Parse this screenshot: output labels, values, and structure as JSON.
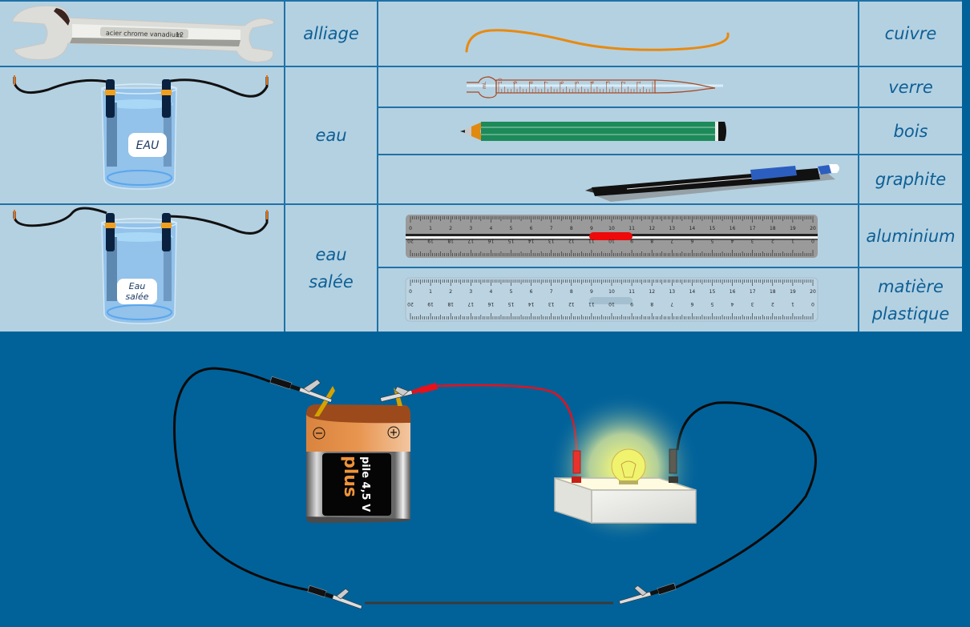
{
  "table": {
    "rows": [
      {
        "left_object": {
          "name": "wrench",
          "engraving": "acier chrome vanadium",
          "size": "12"
        },
        "left_material": "alliage",
        "right_objects": [
          {
            "name": "copper-wire",
            "material": "cuivre"
          }
        ]
      },
      {
        "left_object": {
          "name": "beaker-water",
          "label": "EAU"
        },
        "left_material": "eau",
        "right_objects": [
          {
            "name": "pipette",
            "material": "verre",
            "unit": "mL",
            "graduations": [
              "10",
              "9",
              "8",
              "7",
              "6",
              "5",
              "4",
              "3",
              "2",
              "1"
            ]
          },
          {
            "name": "pencil",
            "material": "bois"
          },
          {
            "name": "mechanical-pencil",
            "material": "graphite"
          }
        ]
      },
      {
        "left_object": {
          "name": "beaker-salt-water",
          "label_line1": "Eau",
          "label_line2": "salée"
        },
        "left_material_line1": "eau",
        "left_material_line2": "salée",
        "right_objects": [
          {
            "name": "aluminium-ruler",
            "material": "aluminium",
            "ticks": [
              "0",
              "1",
              "2",
              "3",
              "4",
              "5",
              "6",
              "7",
              "8",
              "9",
              "10",
              "11",
              "12",
              "13",
              "14",
              "15",
              "16",
              "17",
              "18",
              "19",
              "20"
            ]
          },
          {
            "name": "plastic-ruler",
            "material_line1": "matière",
            "material_line2": "plastique",
            "ticks": [
              "0",
              "1",
              "2",
              "3",
              "4",
              "5",
              "6",
              "7",
              "8",
              "9",
              "10",
              "11",
              "12",
              "13",
              "14",
              "15",
              "16",
              "17",
              "18",
              "19",
              "20"
            ]
          }
        ]
      }
    ]
  },
  "circuit": {
    "battery": {
      "brand": "plus",
      "label": "pile 4,5 V",
      "minus": "⊖",
      "plus": "⊕"
    },
    "lamp": {
      "state": "lit"
    },
    "wires": {
      "positive_color": "#e8101a",
      "negative_color": "#111111"
    }
  },
  "colors": {
    "table_bg": "#b4d1e2",
    "grid_line": "#1f72a6",
    "label_text": "#0d5f95",
    "bench_bg": "#01629a"
  }
}
